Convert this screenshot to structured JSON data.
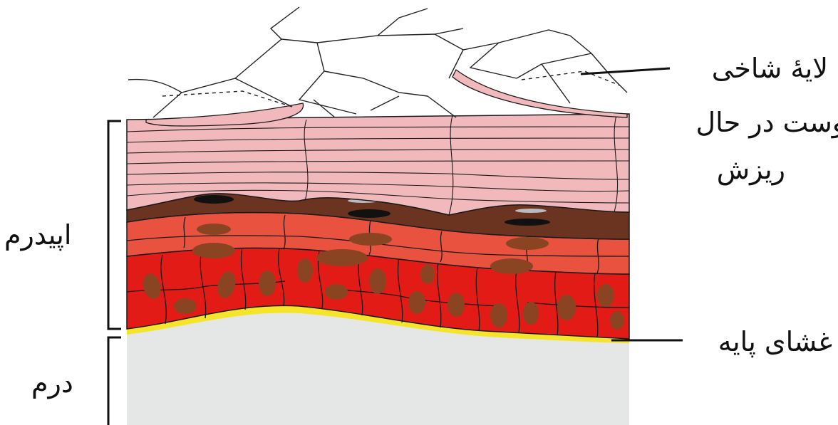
{
  "labels": {
    "stratum_corneum": "لایهٔ شاخی",
    "shedding_line1": "پوست در حال",
    "shedding_line2": "ریزش",
    "epidermis": "اپیدرم",
    "basement_membrane": "غشای پایه",
    "dermis": "درم"
  },
  "colors": {
    "outline": "#1a1a1a",
    "corneum_pink": "#f2b9bd",
    "granular_brown": "#6b3420",
    "spinous_red": "#e9523e",
    "basal_red": "#e31b17",
    "nucleus_brown": "#8a4422",
    "membrane_yellow": "#f4e52a",
    "dermis_gray": "#e5e7e6"
  }
}
